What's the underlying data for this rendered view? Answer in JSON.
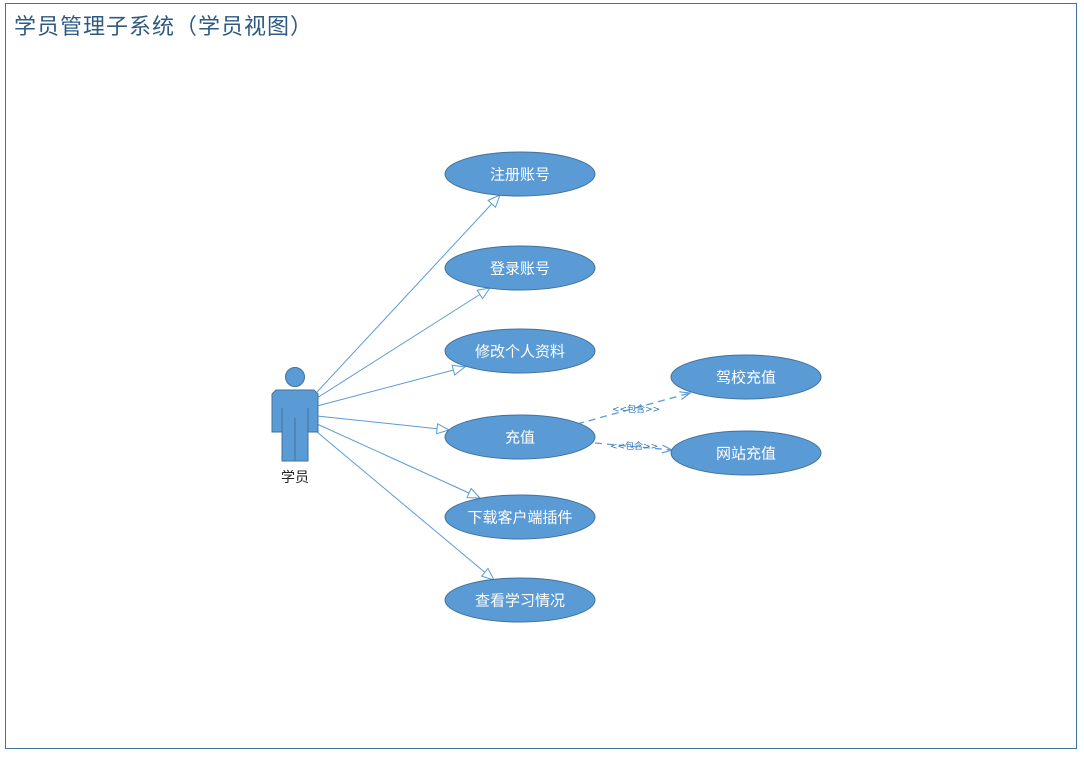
{
  "diagram": {
    "title": "学员管理子系统（学员视图）",
    "actor": {
      "label": "学员"
    },
    "use_cases": [
      {
        "id": "register",
        "label": "注册账号"
      },
      {
        "id": "login",
        "label": "登录账号"
      },
      {
        "id": "edit_profile",
        "label": "修改个人资料"
      },
      {
        "id": "recharge",
        "label": "充值"
      },
      {
        "id": "download",
        "label": "下载客户端插件"
      },
      {
        "id": "study",
        "label": "查看学习情况"
      },
      {
        "id": "school_recharge",
        "label": "驾校充值"
      },
      {
        "id": "web_recharge",
        "label": "网站充值"
      }
    ],
    "includes": [
      {
        "from": "recharge",
        "to": "school_recharge",
        "label": "<<包含>>"
      },
      {
        "from": "recharge",
        "to": "web_recharge",
        "label": "<<包含>>"
      }
    ],
    "colors": {
      "shape_fill": "#5b9bd5",
      "shape_stroke": "#41719c",
      "line": "#5b9bd5",
      "title": "#2e5a82"
    }
  }
}
